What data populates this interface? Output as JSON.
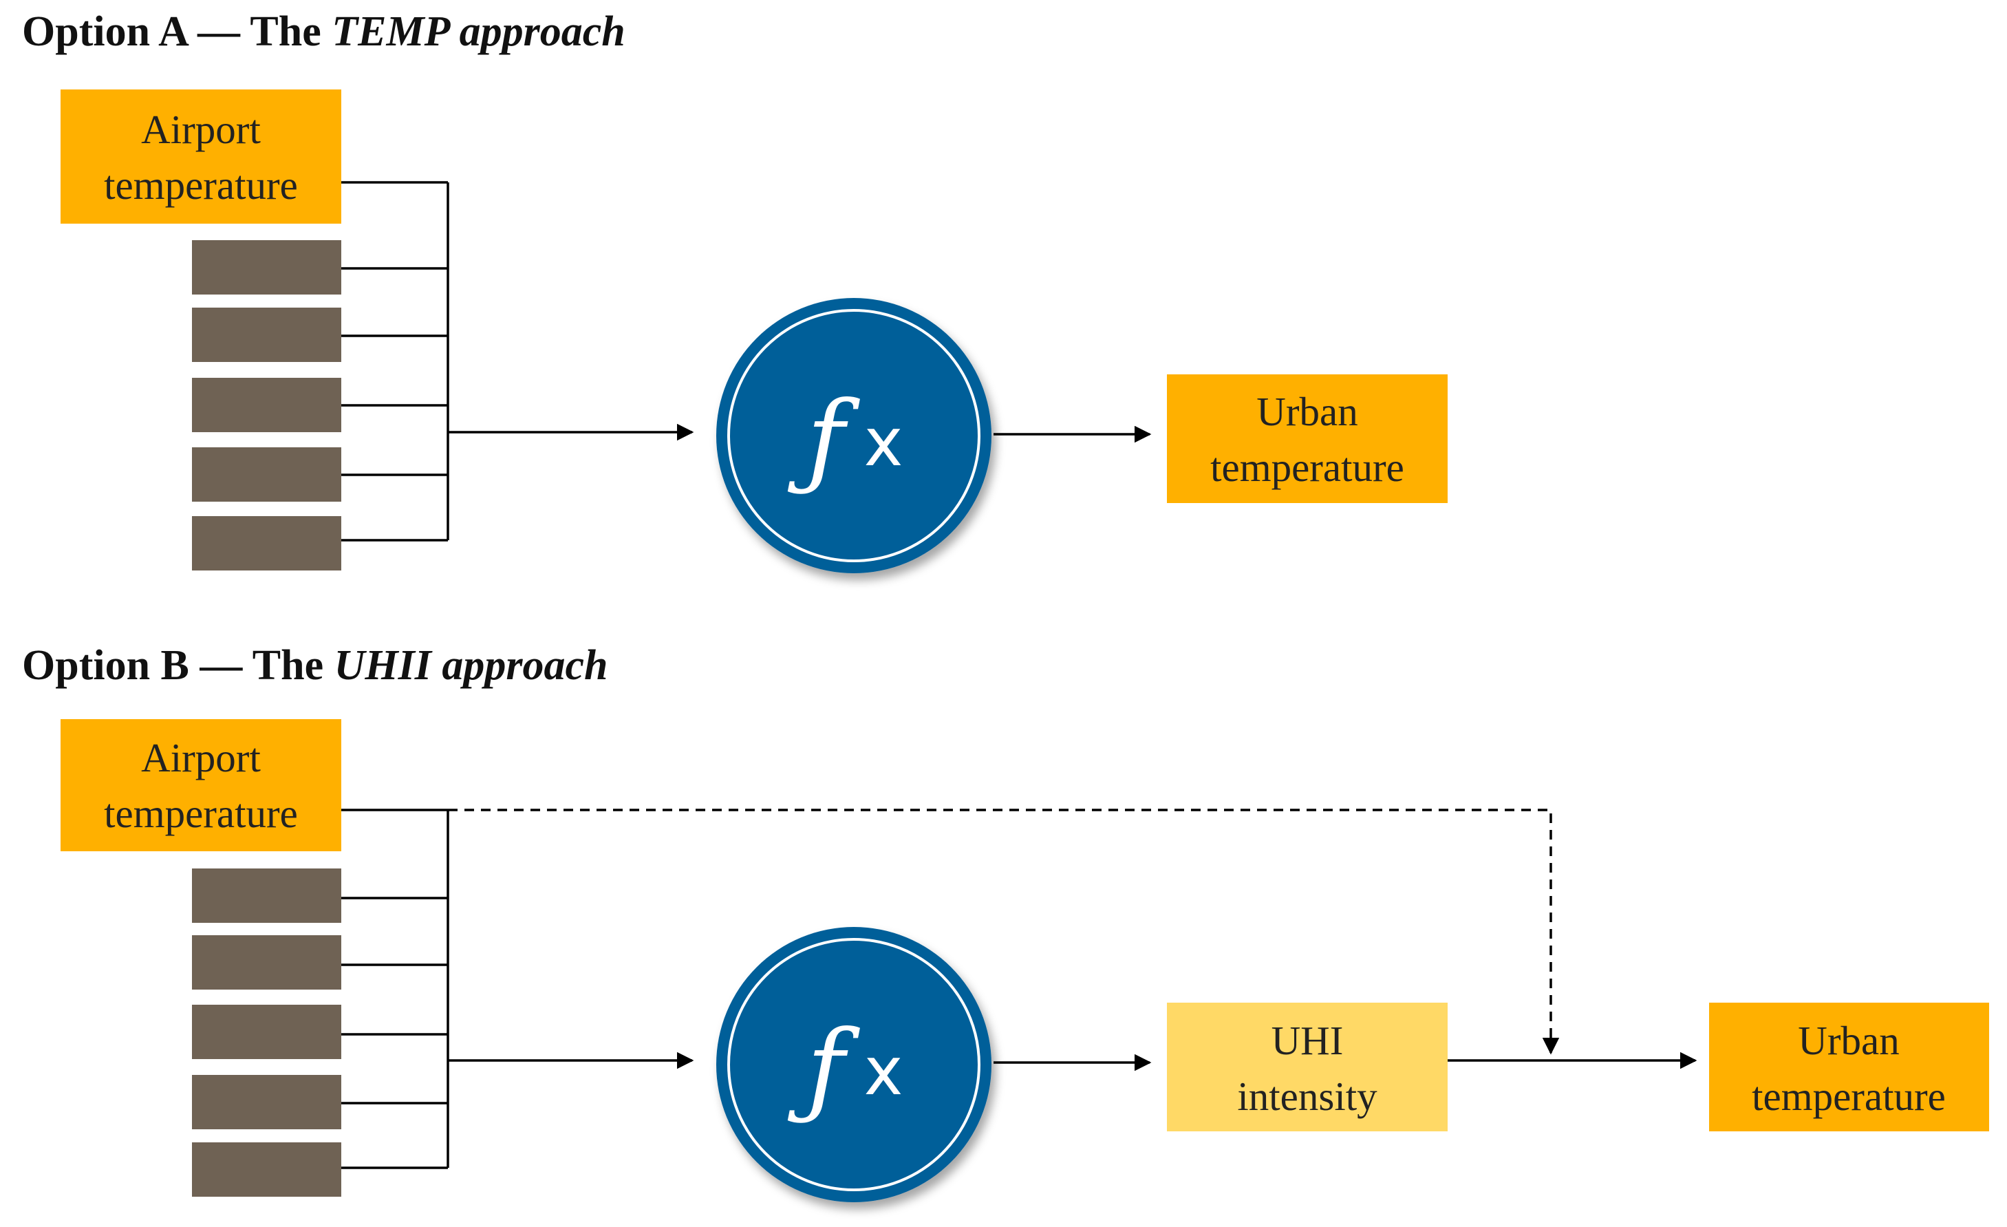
{
  "option_a": {
    "heading_prefix": "Option A — The ",
    "heading_italic": "TEMP approach",
    "airport_box": {
      "line1": "Airport",
      "line2": "temperature"
    },
    "predictor_count": 5,
    "function_symbol": "ƒ",
    "function_var": "x",
    "output_box": {
      "line1": "Urban",
      "line2": "temperature"
    }
  },
  "option_b": {
    "heading_prefix": "Option B — The ",
    "heading_italic": "UHII approach",
    "airport_box": {
      "line1": "Airport",
      "line2": "temperature"
    },
    "predictor_count": 5,
    "function_symbol": "ƒ",
    "function_var": "x",
    "uhi_box": {
      "line1": "UHI",
      "line2": "intensity"
    },
    "output_box": {
      "line1": "Urban",
      "line2": "temperature"
    }
  },
  "colors": {
    "orange": "#FFB000",
    "light_yellow": "#FFD966",
    "gray_brown": "#6F6254",
    "circle_blue": "#005F99",
    "circle_shadow": "#9a9a9a",
    "line": "#000000"
  }
}
